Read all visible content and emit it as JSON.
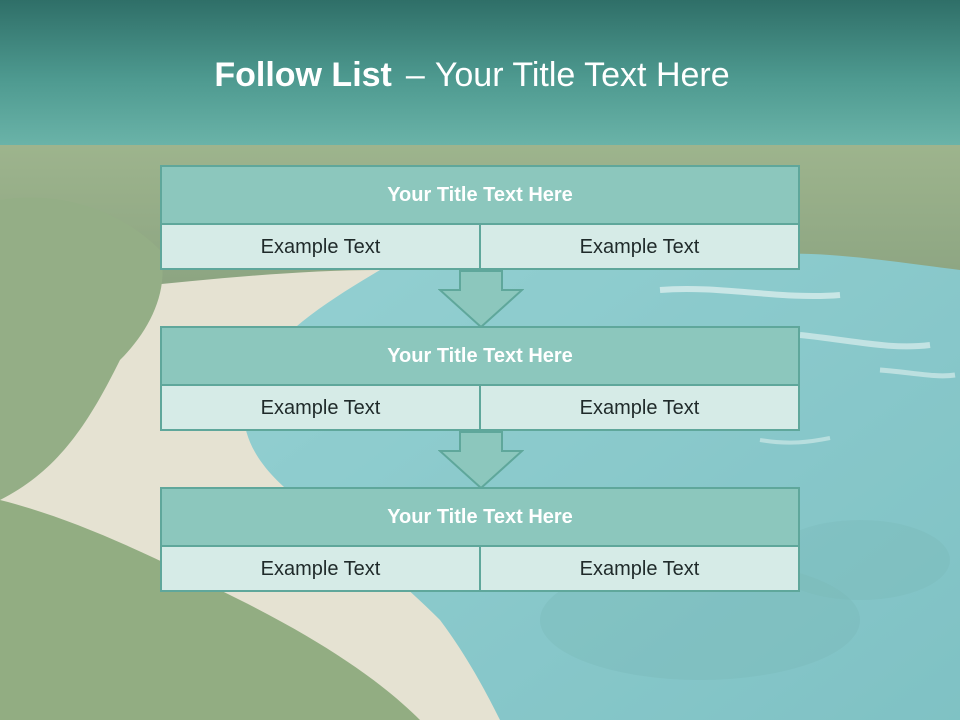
{
  "slide": {
    "title_bold": "Follow List",
    "title_separator": "–",
    "title_rest": "Your Title Text Here"
  },
  "colors": {
    "header_top": "#2f6f68",
    "header_bottom": "#6ab3a8",
    "block_title_fill": "#8cc7bd",
    "block_body_fill": "#d6ebe7",
    "block_border": "#5fa79b",
    "arrow_fill": "#8cc7bd"
  },
  "blocks": [
    {
      "title": "Your Title Text Here",
      "left": "Example Text",
      "right": "Example Text"
    },
    {
      "title": "Your Title Text Here",
      "left": "Example Text",
      "right": "Example Text"
    },
    {
      "title": "Your Title Text Here",
      "left": "Example Text",
      "right": "Example Text"
    }
  ],
  "icons": [
    "down-arrow-icon",
    "down-arrow-icon"
  ]
}
